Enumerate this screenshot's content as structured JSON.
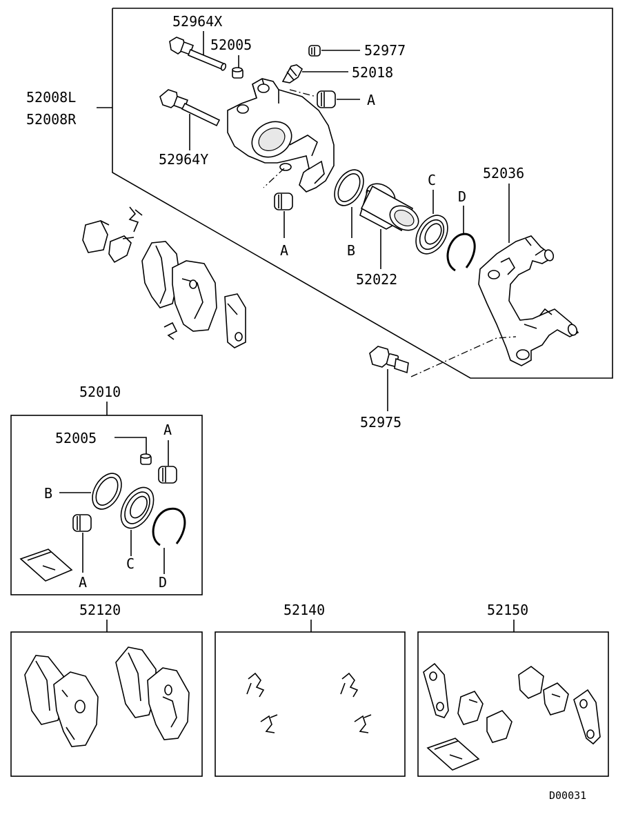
{
  "diagram": {
    "caliper_assembly": {
      "callout_main_left": "52008L",
      "callout_main_right": "52008R",
      "guide_pin_x": "52964X",
      "guide_pin_y": "52964Y",
      "bushing": "52005",
      "bleeder_cap": "52977",
      "bleeder_screw": "52018",
      "piston": "52022",
      "support": "52036",
      "support_bolt": "52975",
      "letter_a_top": "A",
      "letter_a_bottom": "A",
      "letter_b": "B",
      "letter_c": "C",
      "letter_d": "D"
    },
    "seal_kit": {
      "title": "52010",
      "bushing": "52005",
      "letter_a_top": "A",
      "letter_a_bottom": "A",
      "letter_b": "B",
      "letter_c": "C",
      "letter_d": "D"
    },
    "pad_set": {
      "title": "52120"
    },
    "clip_kit": {
      "title": "52140"
    },
    "shim_kit": {
      "title": "52150"
    },
    "drawing_code": "D00031"
  }
}
